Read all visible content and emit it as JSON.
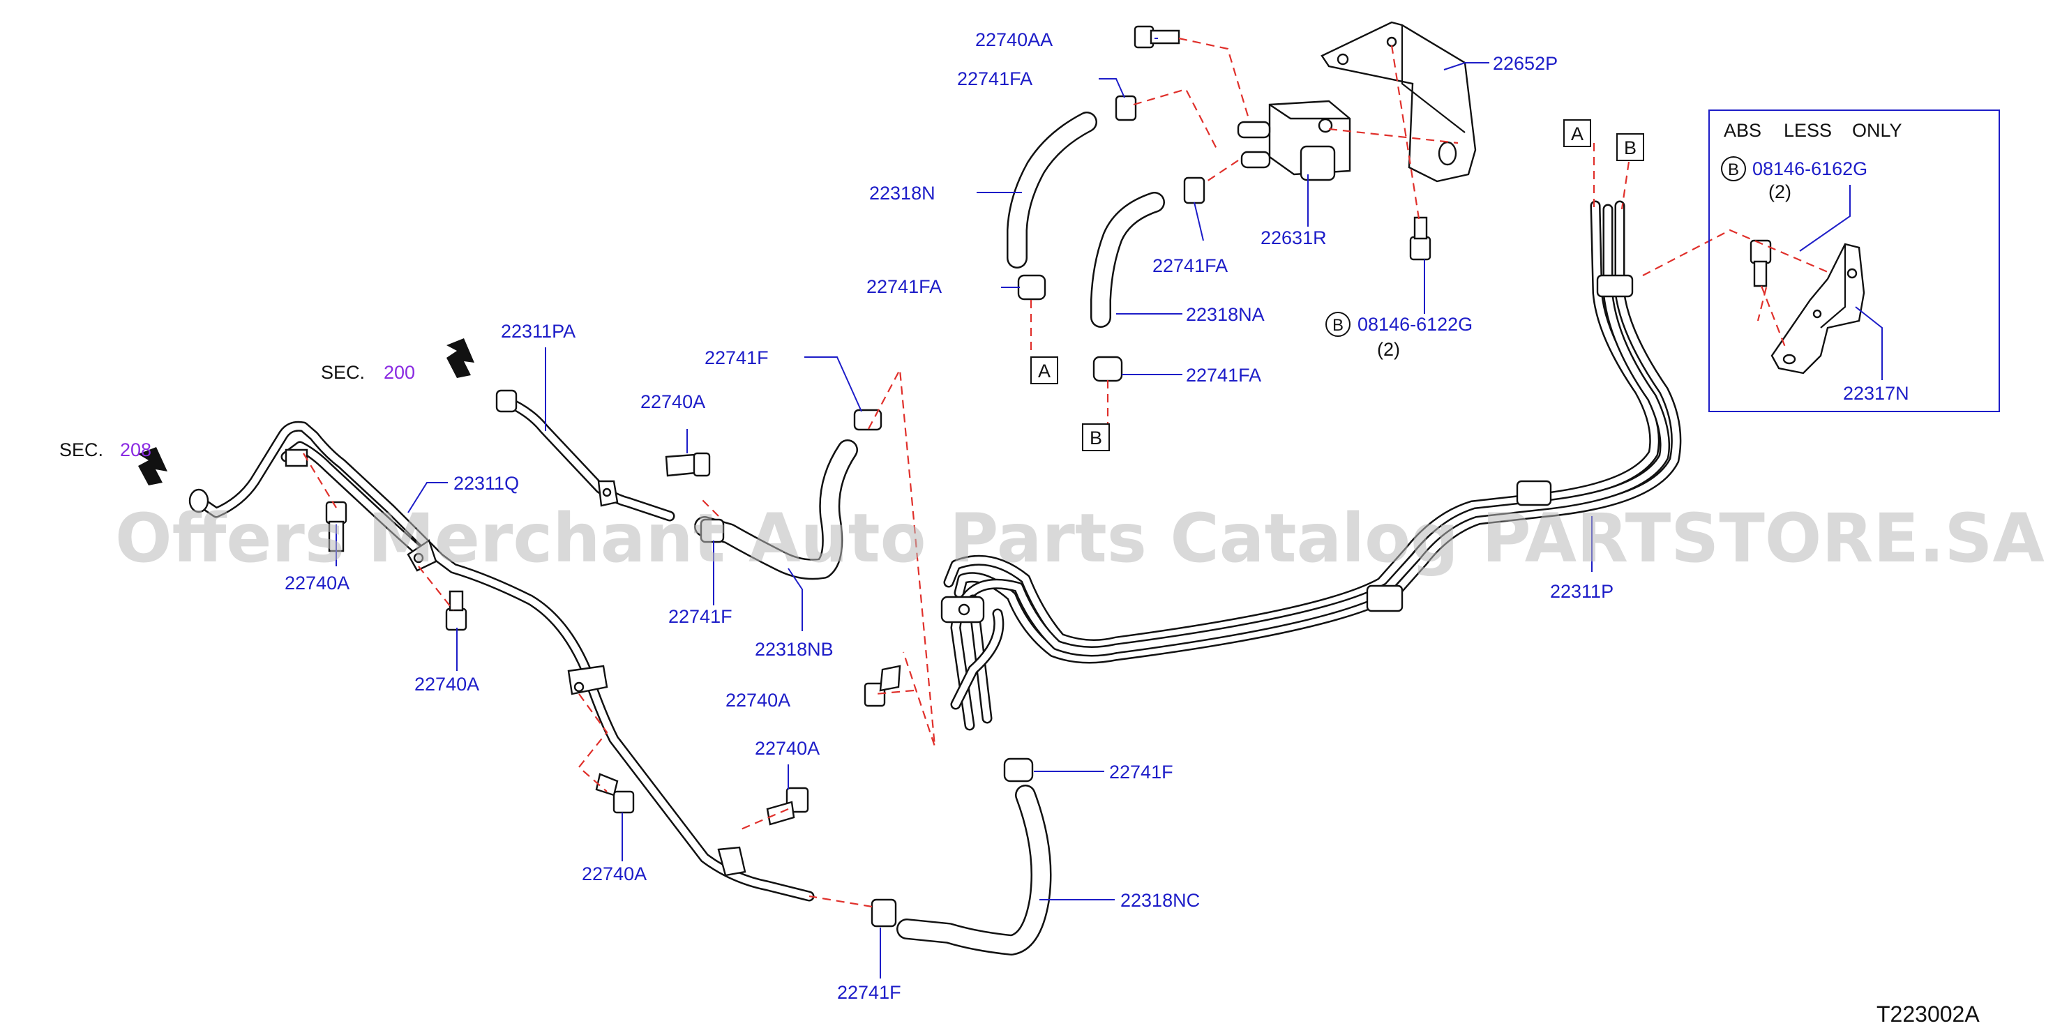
{
  "labels": {
    "p22740AA": "22740AA",
    "p22741FA_top": "22741FA",
    "p22652P": "22652P",
    "p22318N": "22318N",
    "p22631R": "22631R",
    "p22741FA_mid": "22741FA",
    "p22741FA_left": "22741FA",
    "p22318NA": "22318NA",
    "p08146_6122G": "08146-6122G",
    "qty_6122G": "(2)",
    "p22741FA_low": "22741FA",
    "p22311PA": "22311PA",
    "p22741F_upper": "22741F",
    "p22740A_upper": "22740A",
    "p22311Q": "22311Q",
    "p22740A_left": "22740A",
    "p22741F_mid": "22741F",
    "p22318NB": "22318NB",
    "p22740A_mid": "22740A",
    "p22740A_lower": "22740A",
    "p22740A_bottom": "22740A",
    "p22740A_right": "22740A",
    "p22741F_right": "22741F",
    "p22318NC": "22318NC",
    "p22741F_bottom": "22741F",
    "p22311P": "22311P",
    "p08146_6162G": "08146-6162G",
    "qty_6162G": "(2)",
    "p22317N": "22317N"
  },
  "refs": {
    "a_box": "A",
    "b_box": "B",
    "a_box_tube": "A",
    "b_box_tube": "B",
    "b_circle_6122": "B",
    "b_circle_6162": "B"
  },
  "sections": {
    "sec200_prefix": "SEC.",
    "sec200_num": "200",
    "sec208_prefix": "SEC.",
    "sec208_num": "208"
  },
  "inset": {
    "title_1": "ABS",
    "title_2": "LESS",
    "title_3": "ONLY"
  },
  "watermark": "Offers Merchant Auto Parts Catalog PARTSTORE.SA",
  "diagram_code": "T223002A",
  "colors": {
    "part_label": "#1d1dc8",
    "section_number": "#8a2be2",
    "assembly_dash": "#e0302b",
    "line_art": "#111111"
  }
}
